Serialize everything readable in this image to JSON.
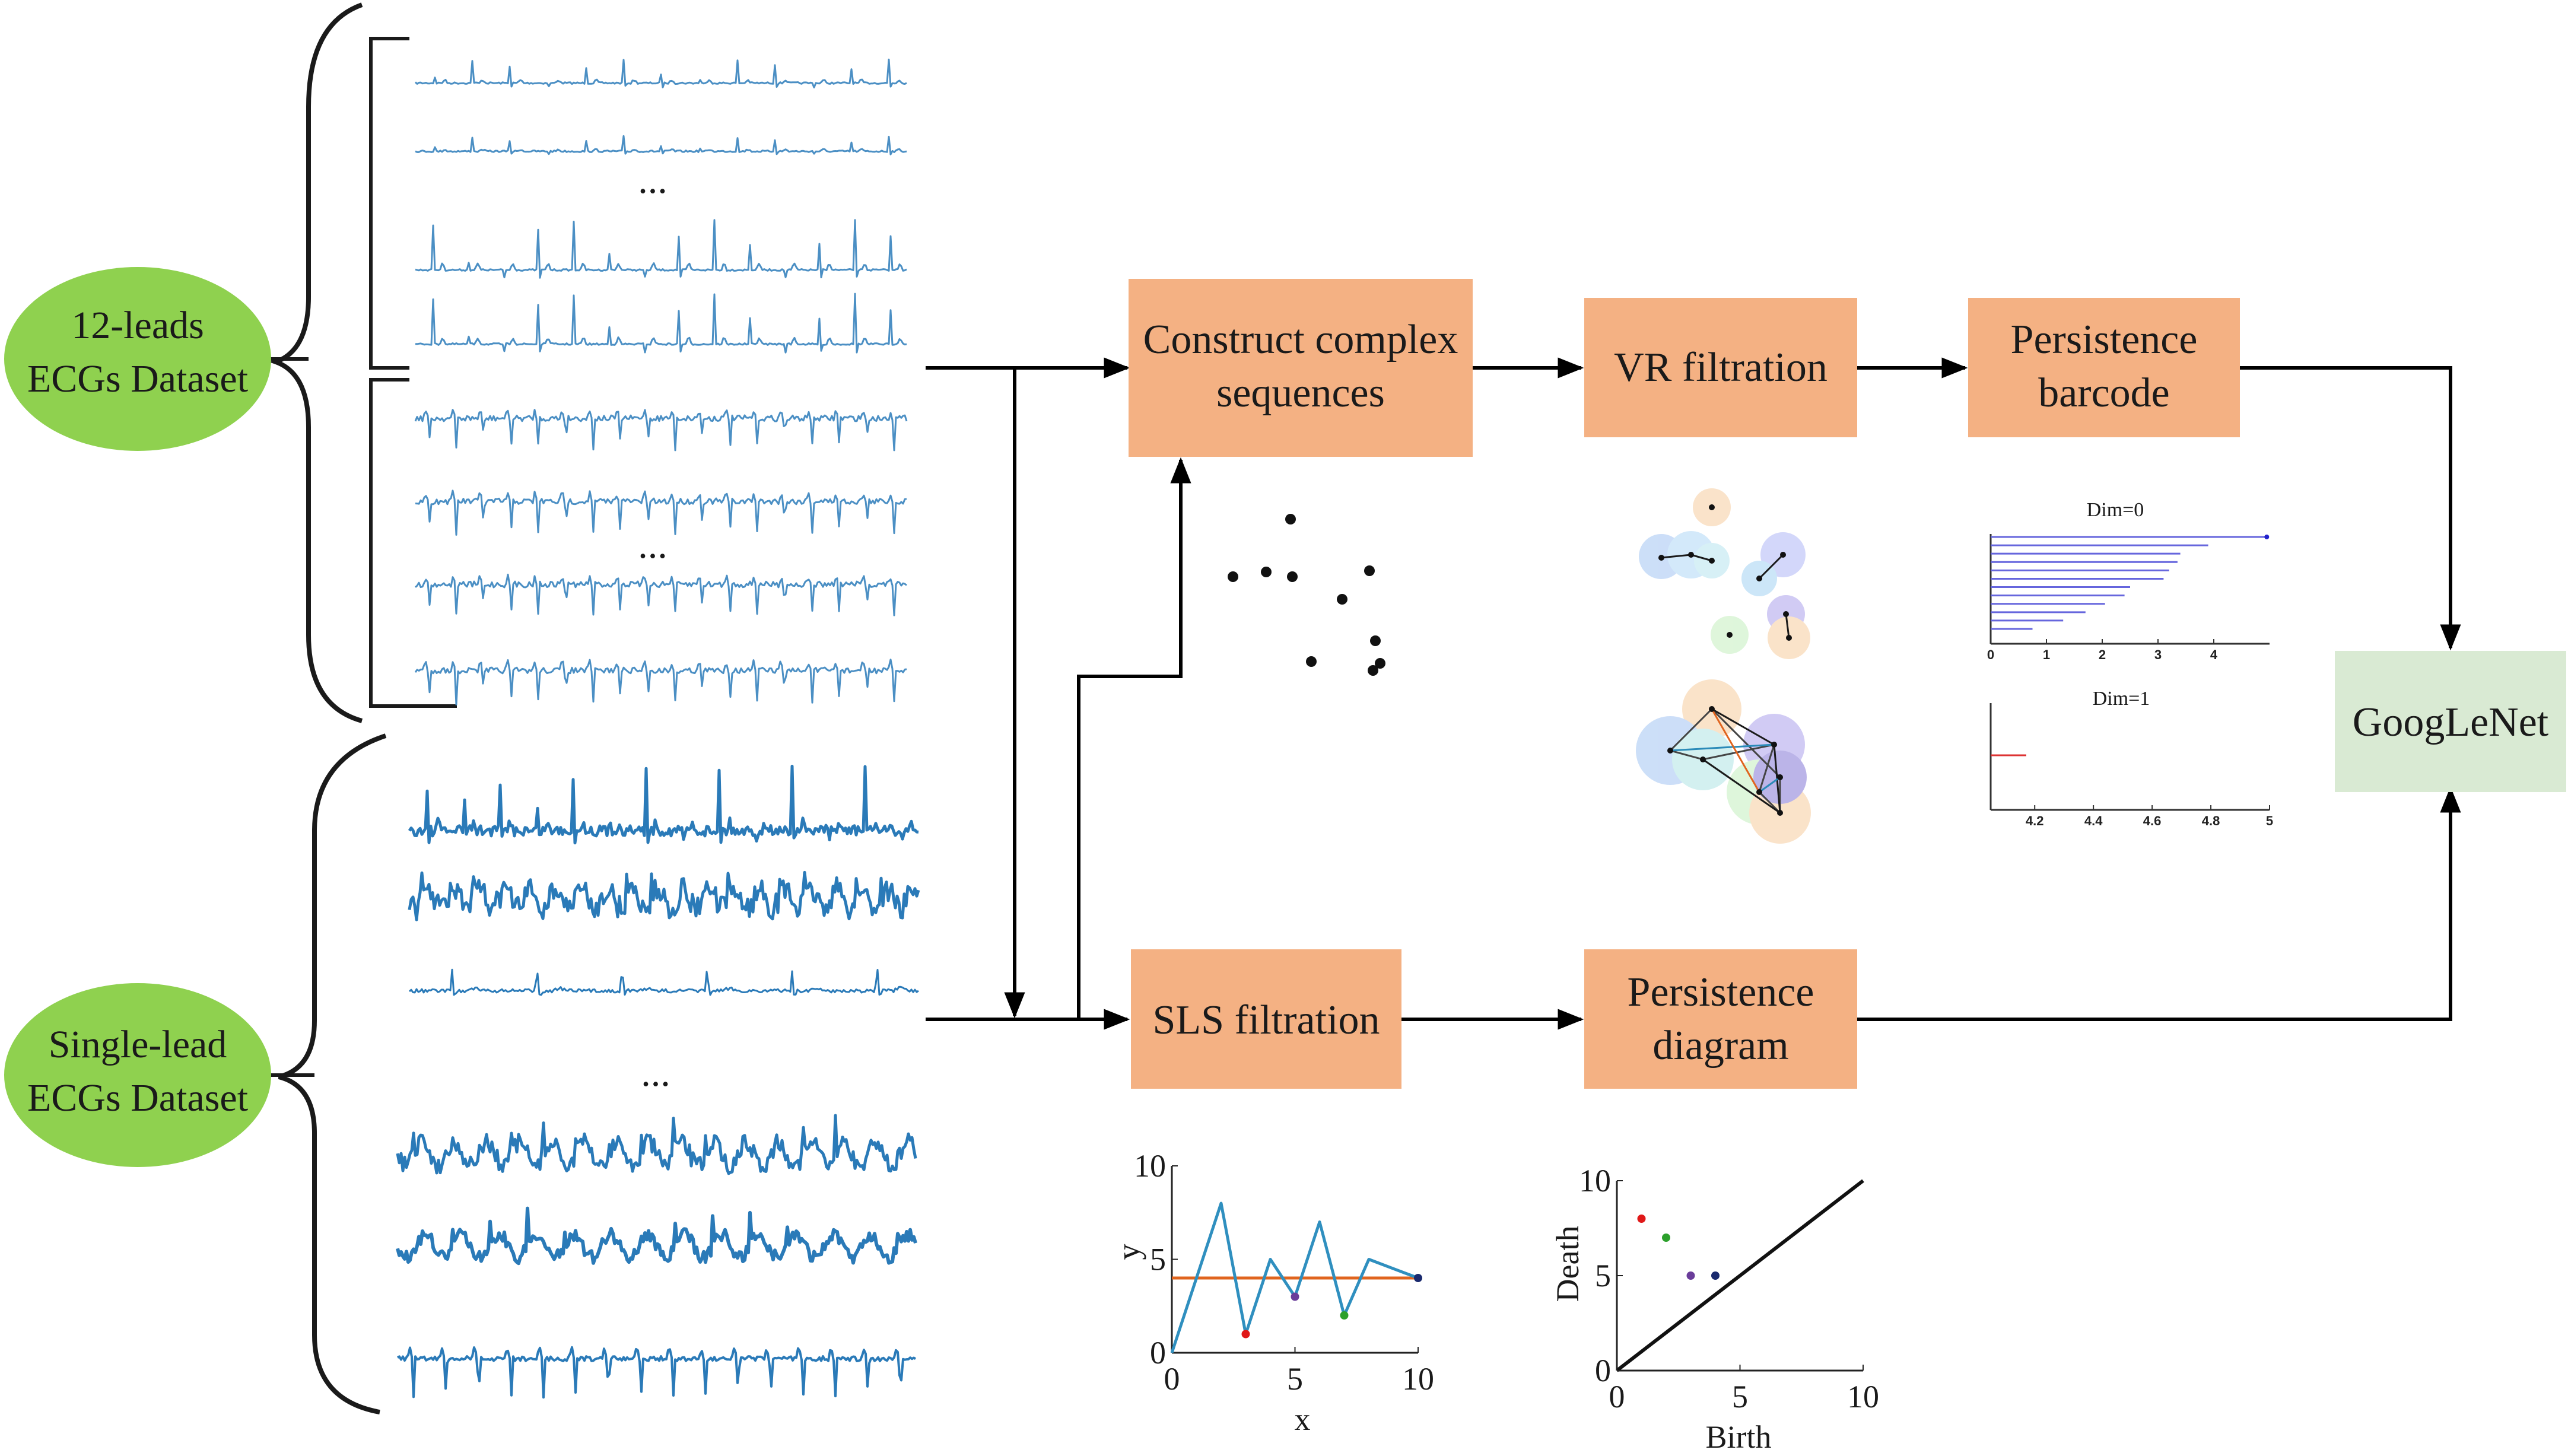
{
  "datasets": {
    "twelve_lead": [
      "12-leads",
      "ECGs Dataset"
    ],
    "single_lead": [
      "Single-lead",
      "ECGs Dataset"
    ],
    "ellipsis": "..."
  },
  "nodes": {
    "construct": [
      "Construct complex",
      "sequences"
    ],
    "vr": [
      "VR filtration"
    ],
    "barcode": [
      "Persistence",
      "barcode"
    ],
    "sls": [
      "SLS filtration"
    ],
    "diagram": [
      "Persistence",
      "diagram"
    ],
    "googlenet": [
      "GoogLeNet"
    ]
  },
  "barcode_plots": {
    "dim0": {
      "title": "Dim=0",
      "x_ticks": [
        "0",
        "1",
        "2",
        "3",
        "4"
      ],
      "bar_ends": [
        4.95,
        3.9,
        3.4,
        3.35,
        3.2,
        3.1,
        2.5,
        2.4,
        2.05,
        1.7,
        1.3,
        0.75
      ],
      "x_max": 5,
      "bar_color": "#6666dd"
    },
    "dim1": {
      "title": "Dim=1",
      "x_ticks": [
        "4.2",
        "4.4",
        "4.6",
        "4.8",
        "5"
      ],
      "bars": [
        [
          4.0,
          4.15
        ]
      ],
      "x_range": [
        4.05,
        5.0
      ],
      "bar_color": "#dd3333"
    }
  },
  "sls_plot": {
    "xlabel": "x",
    "ylabel": "y",
    "x_ticks": [
      "0",
      "5",
      "10"
    ],
    "y_ticks": [
      "0",
      "5",
      "10"
    ],
    "x": [
      0,
      2,
      3,
      4,
      5,
      6,
      7,
      8,
      9,
      10
    ],
    "y": [
      0,
      8,
      1,
      5,
      3,
      7,
      2,
      5,
      4.5,
      4
    ],
    "threshold": 4,
    "line_color": "#2f8fbf",
    "threshold_color": "#e0641e",
    "points": [
      {
        "x": 3,
        "y": 1,
        "color": "#e01818"
      },
      {
        "x": 5,
        "y": 3,
        "color": "#6a3d9a"
      },
      {
        "x": 7,
        "y": 2,
        "color": "#2ca02c"
      },
      {
        "x": 10,
        "y": 4,
        "color": "#1a2a6e"
      }
    ]
  },
  "persistence_diagram": {
    "xlabel": "Birth",
    "ylabel": "Death",
    "x_ticks": [
      "0",
      "5",
      "10"
    ],
    "y_ticks": [
      "0",
      "5",
      "10"
    ],
    "points": [
      {
        "birth": 1,
        "death": 8,
        "color": "#e01818"
      },
      {
        "birth": 2,
        "death": 7,
        "color": "#2ca02c"
      },
      {
        "birth": 3,
        "death": 5,
        "color": "#6a3d9a"
      },
      {
        "birth": 4,
        "death": 5,
        "color": "#1a2a6e"
      }
    ]
  },
  "colors": {
    "node_fill": "#f4b183",
    "dataset_fill": "#8fd14f",
    "googlenet_fill": "#d9ead3",
    "ecg_blue": "#2a7ab8",
    "ecg_light": "#4b8fc4",
    "arrow": "#000000"
  }
}
